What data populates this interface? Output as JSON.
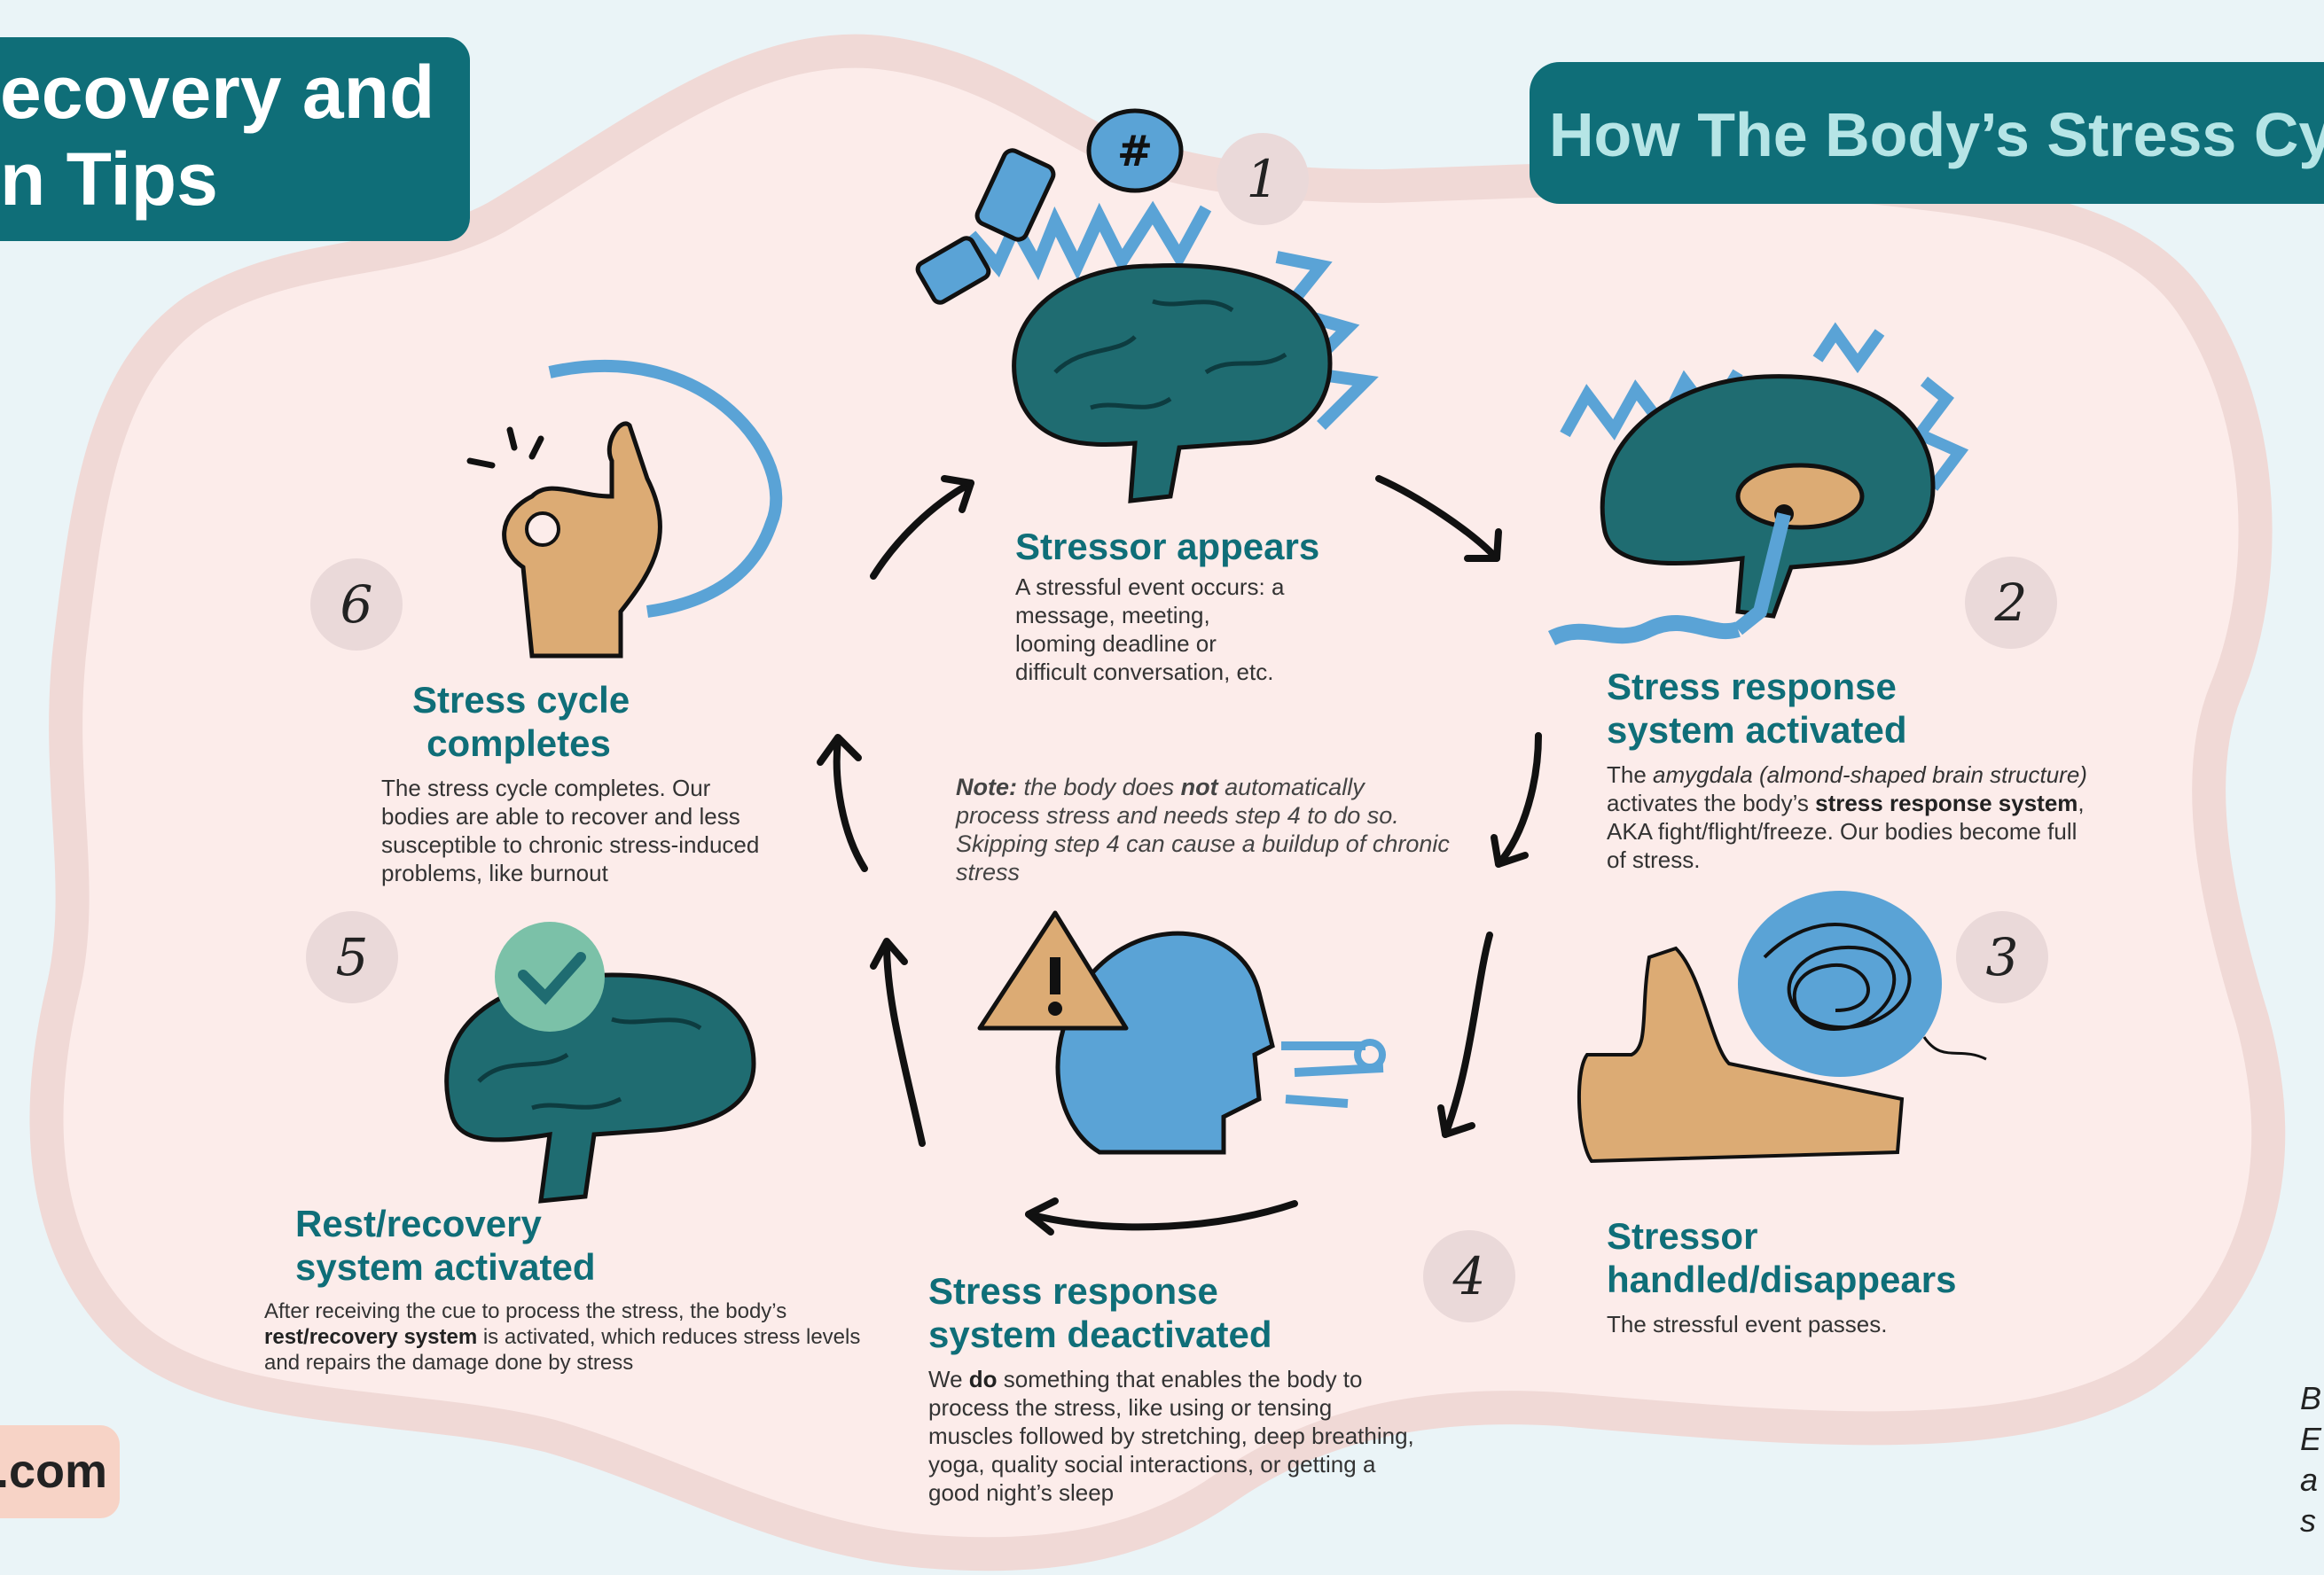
{
  "headers": {
    "left_line1": "ecovery and",
    "left_line2": "n Tips",
    "right": "How The Body’s Stress Cyc",
    "site_tag": ".com",
    "side_letters": [
      "B",
      "E",
      "a",
      "s"
    ]
  },
  "steps": [
    {
      "number": "1",
      "title": "Stressor appears",
      "body": [
        "A stressful event occurs: a",
        "message, meeting,",
        "looming deadline or",
        "difficult conversation, etc."
      ]
    },
    {
      "number": "2",
      "title_lines": [
        "Stress response",
        "system activated"
      ],
      "body_parts": {
        "p1": "The ",
        "p2": "amygdala (almond-shaped brain structure)",
        "p3": " activates the body’s ",
        "p4": "stress response system",
        "p5": ", AKA fight/flight/freeze. Our bodies become full of stress."
      }
    },
    {
      "number": "3",
      "title_lines": [
        "Stressor",
        "handled/disappears"
      ],
      "body": "The stressful event passes."
    },
    {
      "number": "4",
      "title_lines": [
        "Stress response",
        "system deactivated"
      ],
      "body_parts": {
        "p1": "We ",
        "p2": "do",
        "p3": " something that enables the body to process the stress, like using or tensing muscles followed by stretching, deep breathing, yoga, quality social interactions, or getting a good night’s sleep"
      }
    },
    {
      "number": "5",
      "title_lines": [
        "Rest/recovery",
        "system activated"
      ],
      "body_parts": {
        "p1": "After receiving the cue to process the stress, the body’s ",
        "p2": "rest/recovery system",
        "p3": " is activated, which reduces stress levels and repairs the damage done by stress"
      }
    },
    {
      "number": "6",
      "title_lines": [
        "Stress cycle",
        "completes"
      ],
      "body": "The stress cycle completes. Our bodies are able to recover and less susceptible to chronic stress-induced problems, like burnout"
    }
  ],
  "note": {
    "label": "Note:",
    "p1": " the body does ",
    "p2": "not",
    "p3": " automatically process stress and needs step 4 to do so. Skipping step 4 can cause a buildup of chronic stress"
  },
  "colors": {
    "teal": "#0f6e78",
    "blob": "#fcecea",
    "blob_border": "#f0d9d6",
    "blue": "#5aa3d6",
    "skin": "#dcab74"
  }
}
